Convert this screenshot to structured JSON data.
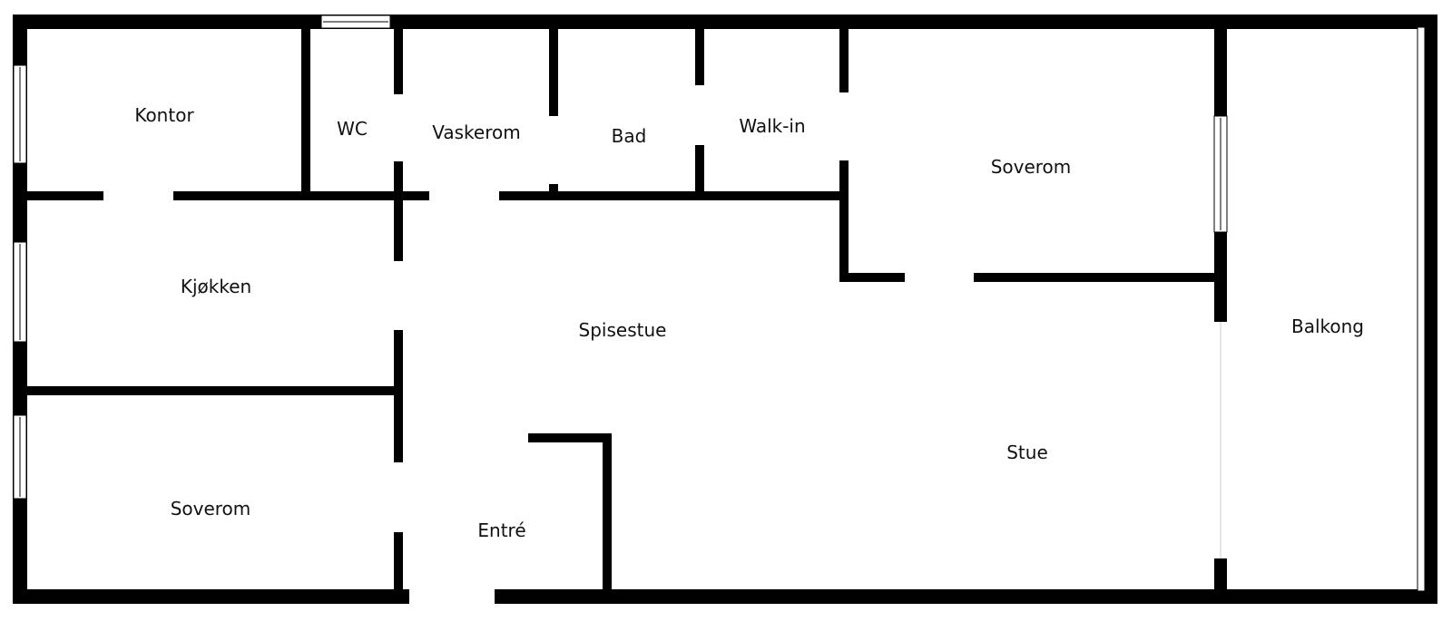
{
  "floorplan": {
    "rooms": {
      "kontor": "Kontor",
      "wc": "WC",
      "vaskerom": "Vaskerom",
      "bad": "Bad",
      "walkin": "Walk-in",
      "soverom_upper": "Soverom",
      "kjokken": "Kjøkken",
      "spisestue": "Spisestue",
      "soverom_lower": "Soverom",
      "entre": "Entré",
      "stue": "Stue",
      "balkong": "Balkong"
    }
  }
}
